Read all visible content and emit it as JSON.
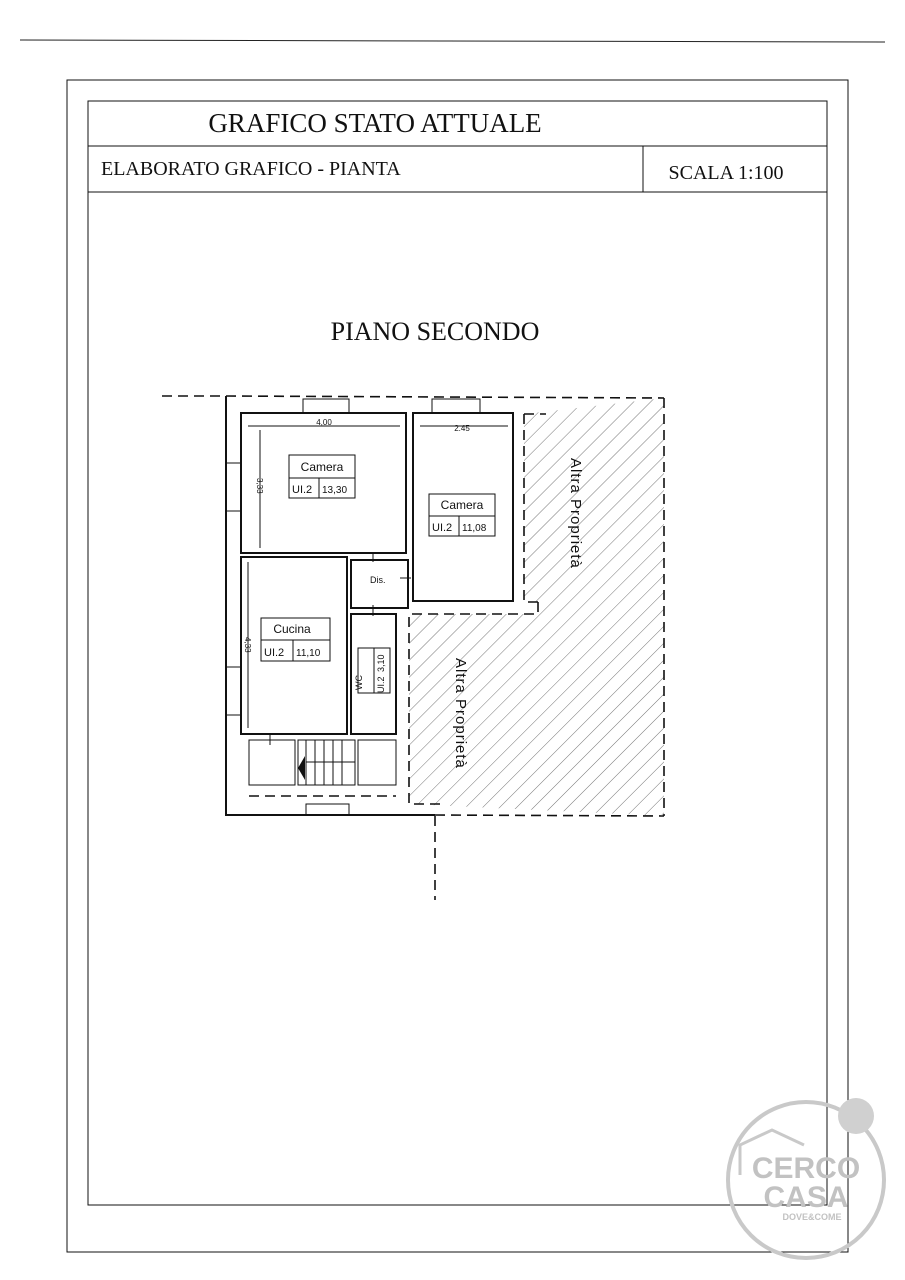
{
  "header": {
    "title": "GRAFICO STATO ATTUALE",
    "subtitle": "ELABORATO GRAFICO - PIANTA",
    "scale": "SCALA 1:100"
  },
  "plan": {
    "floor_title": "PIANO SECONDO",
    "rooms": [
      {
        "name": "Camera",
        "unit": "UI.2",
        "area": "13,30"
      },
      {
        "name": "Camera",
        "unit": "UI.2",
        "area": "11,08"
      },
      {
        "name": "Cucina",
        "unit": "UI.2",
        "area": "11,10"
      },
      {
        "name": "WC",
        "unit": "UI.2",
        "area": "3,10"
      }
    ],
    "dis_label": "Dis.",
    "dimensions": {
      "camera1_width": "4,00",
      "camera1_depth": "3,33",
      "camera2_width": "2.45",
      "cucina_depth": "4,33"
    },
    "other_property": [
      "Altra Proprietà",
      "Altra Proprietà"
    ]
  },
  "watermark": {
    "line1": "CERCO",
    "line2": "CASA",
    "tagline": "DOVE&COME"
  }
}
